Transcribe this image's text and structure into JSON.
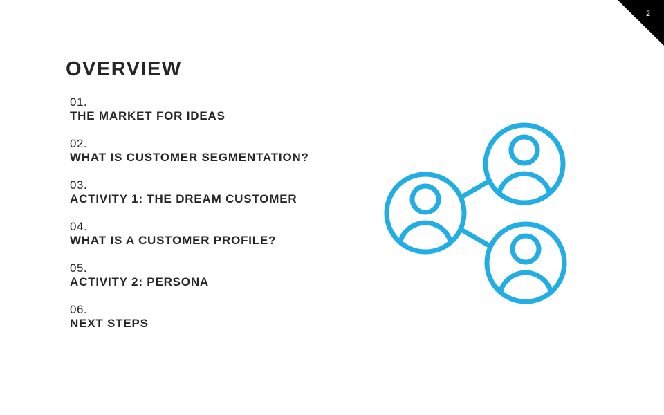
{
  "page_number": "2",
  "title": "OVERVIEW",
  "items": [
    {
      "num": "01.",
      "label": "THE MARKET FOR IDEAS"
    },
    {
      "num": "02.",
      "label": "WHAT IS CUSTOMER SEGMENTATION?"
    },
    {
      "num": "03.",
      "label": "ACTIVITY 1: THE DREAM CUSTOMER"
    },
    {
      "num": "04.",
      "label": "WHAT IS A CUSTOMER PROFILE?"
    },
    {
      "num": "05.",
      "label": "ACTIVITY 2: PERSONA"
    },
    {
      "num": "06.",
      "label": "NEXT STEPS"
    }
  ],
  "icon": {
    "name": "customer-network-icon",
    "color": "#22ADE4"
  }
}
